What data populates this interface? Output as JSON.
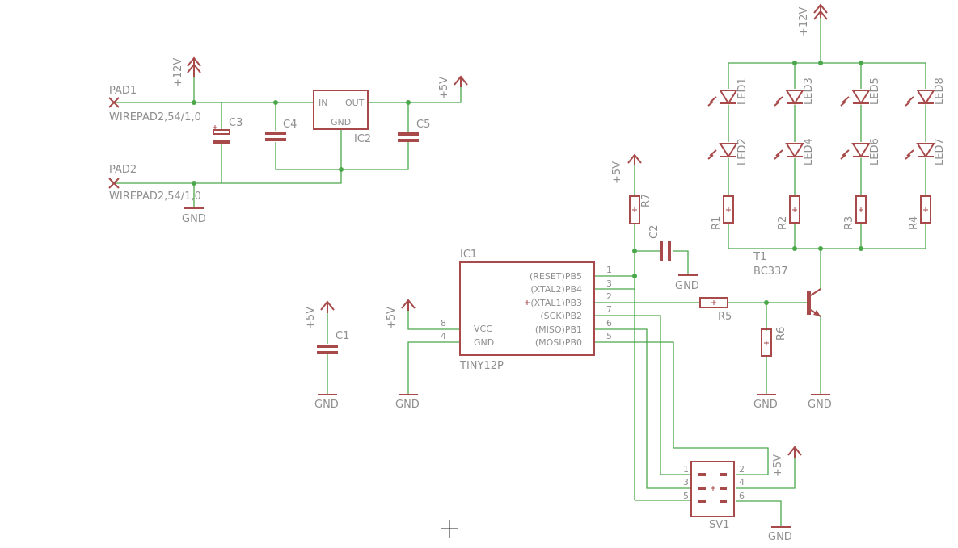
{
  "power_labels": {
    "vcc12_left": "+12V",
    "vcc12_top": "+12V",
    "vcc5_reg": "+5V",
    "vcc5_r7": "+5V",
    "vcc5_c1": "+5V",
    "vcc5_ic1": "+5V",
    "vcc5_sv1": "+5V"
  },
  "ground_label": "GND",
  "pads": [
    {
      "name": "PAD1",
      "value": "WIREPAD2,54/1,0"
    },
    {
      "name": "PAD2",
      "value": "WIREPAD2,54/1,0"
    }
  ],
  "regulator": {
    "name": "IC2",
    "in": "IN",
    "out": "OUT",
    "gnd": "GND"
  },
  "capacitors": {
    "c1": "C1",
    "c2": "C2",
    "c3": "C3",
    "c4": "C4",
    "c5": "C5"
  },
  "resistors": {
    "r1": "R1",
    "r2": "R2",
    "r3": "R3",
    "r4": "R4",
    "r5": "R5",
    "r6": "R6",
    "r7": "R7"
  },
  "leds": {
    "led1": "LED1",
    "led2": "LED2",
    "led3": "LED3",
    "led4": "LED4",
    "led5": "LED5",
    "led6": "LED6",
    "led7": "LED7",
    "led8": "LED8"
  },
  "mcu": {
    "name": "IC1",
    "value": "TINY12P",
    "vcc": "VCC",
    "gnd": "GND",
    "pins_right": [
      "(RESET)PB5",
      "(XTAL2)PB4",
      "(XTAL1)PB3",
      "(SCK)PB2",
      "(MISO)PB1",
      "(MOSI)PB0"
    ],
    "pin_numbers_right": [
      "1",
      "3",
      "2",
      "7",
      "6",
      "5"
    ],
    "pin_numbers_left": [
      "8",
      "4"
    ]
  },
  "transistor": {
    "name": "T1",
    "value": "BC337"
  },
  "header": {
    "name": "SV1",
    "pins": [
      "1",
      "2",
      "3",
      "4",
      "5",
      "6"
    ]
  }
}
